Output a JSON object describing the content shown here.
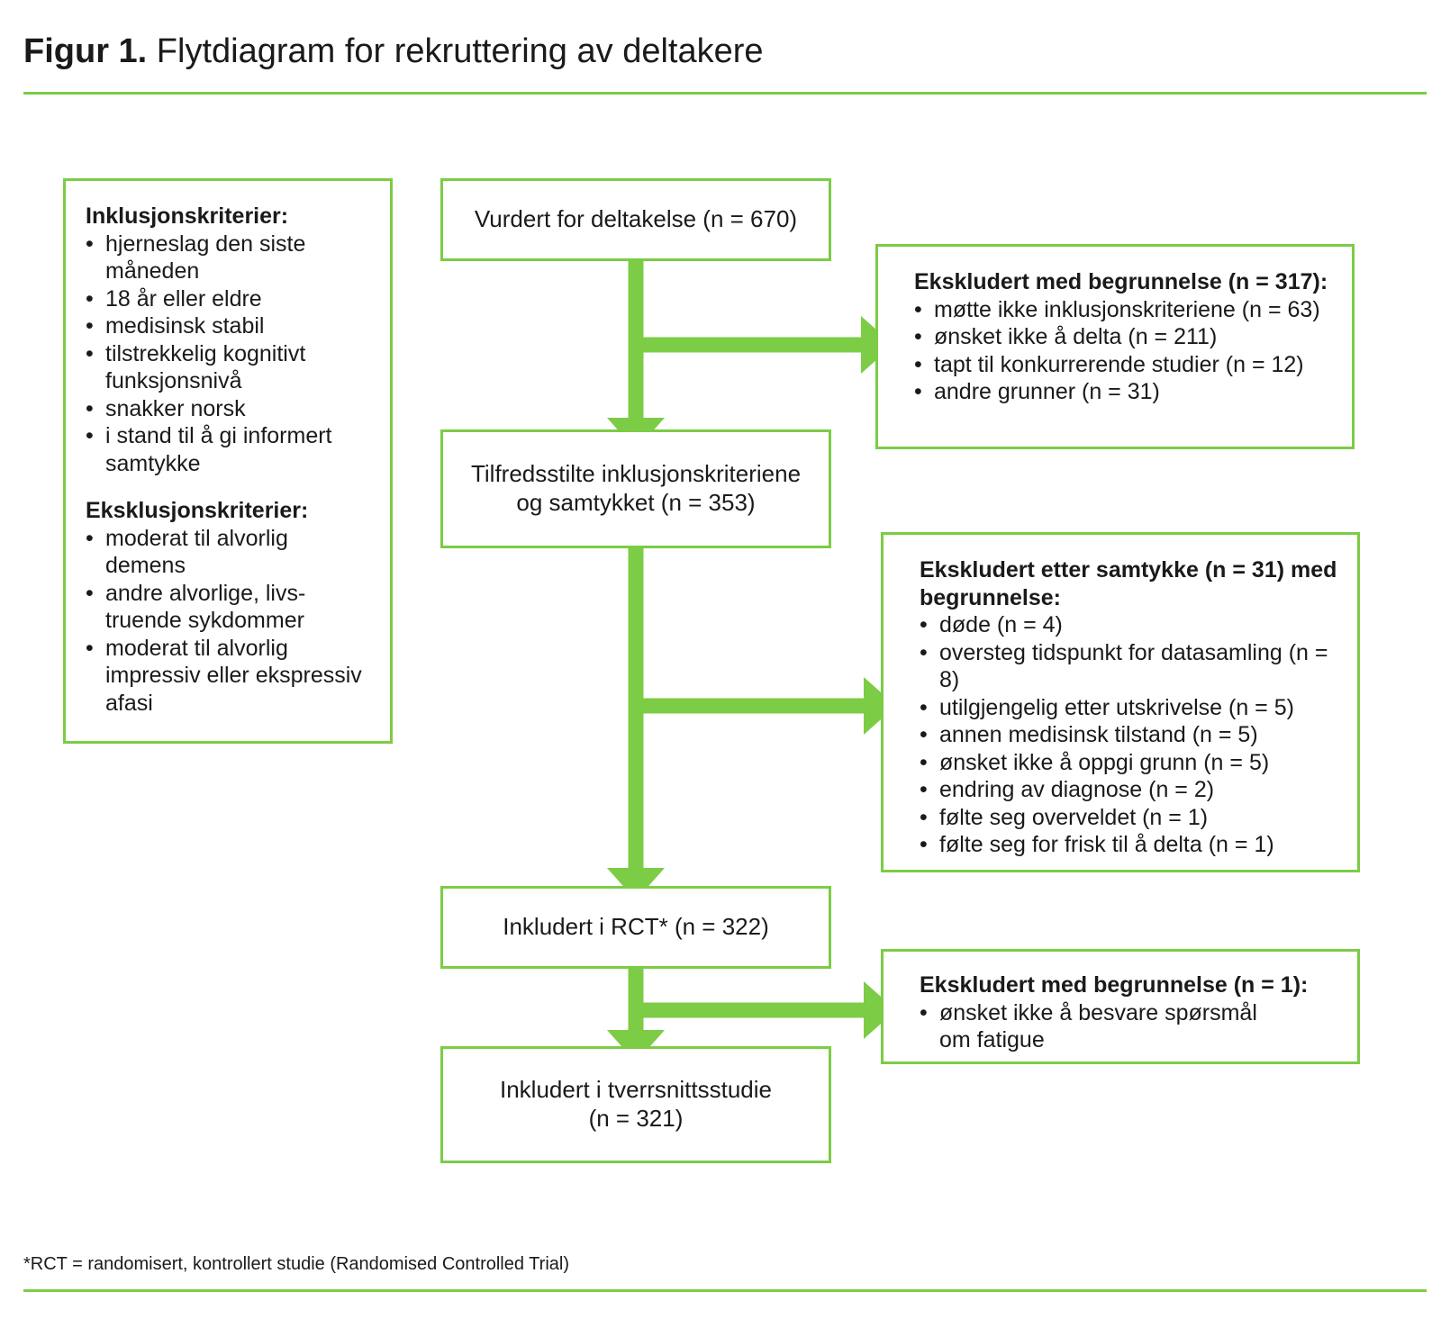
{
  "title": {
    "prefix": "Figur 1.",
    "text": "Flytdiagram for rekruttering av deltakere"
  },
  "colors": {
    "accent": "#7ccc45",
    "text": "#1a1a1a"
  },
  "criteria": {
    "inclusion_heading": "Inklusjonskriterier:",
    "inclusion": [
      "hjerneslag den siste måneden",
      "18 år eller eldre",
      "medisinsk stabil",
      "tilstrekkelig kognitivt funksjonsnivå",
      "snakker norsk",
      "i stand til å gi informert samtykke"
    ],
    "exclusion_heading": "Eksklusjonskriterier:",
    "exclusion": [
      "moderat til alvorlig demens",
      "andre alvorlige, livs-truende sykdommer",
      "moderat til alvorlig impressiv eller ekspressiv afasi"
    ]
  },
  "flow": {
    "assessed": "Vurdert for deltakelse (n = 670)",
    "consented": {
      "line1": "Tilfredsstilte inklusjonskriteriene",
      "line2": "og samtykket (n = 353)"
    },
    "rct": "Inkludert i RCT* (n = 322)",
    "cross": {
      "line1": "Inkludert i tverrsnittsstudie",
      "line2": "(n = 321)"
    }
  },
  "exclusions": {
    "first": {
      "heading": "Ekskludert med begrunnelse (n = 317):",
      "items": [
        "møtte ikke inklusjonskriteriene (n = 63)",
        "ønsket ikke å delta (n = 211)",
        "tapt til konkurrerende studier (n = 12)",
        "andre grunner (n = 31)"
      ]
    },
    "second": {
      "heading": "Ekskludert etter samtykke (n = 31) med begrunnelse:",
      "items": [
        "døde (n = 4)",
        "oversteg tidspunkt for datasamling (n = 8)",
        "utilgjengelig etter utskrivelse (n = 5)",
        "annen medisinsk tilstand (n = 5)",
        "ønsket ikke å oppgi grunn (n = 5)",
        "endring av diagnose (n = 2)",
        "følte seg overveldet (n = 1)",
        "følte seg for frisk til å delta (n = 1)"
      ]
    },
    "third": {
      "heading": "Ekskludert med begrunnelse (n = 1):",
      "items": [
        "ønsket ikke å besvare spørsmål om fatigue"
      ]
    }
  },
  "footnote": "*RCT = randomisert, kontrollert studie (Randomised Controlled Trial)"
}
